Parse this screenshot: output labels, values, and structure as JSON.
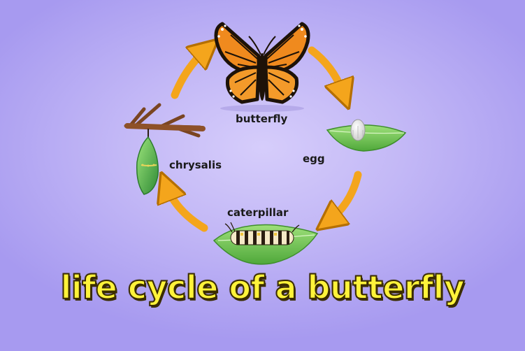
{
  "diagram": {
    "title": "life cycle of a butterfly",
    "stages": {
      "butterfly": "butterfly",
      "egg": "egg",
      "caterpillar": "caterpillar",
      "chrysalis": "chrysalis"
    }
  },
  "colors": {
    "background": "#c3b8f6",
    "arrow": "#f4a51c",
    "leaf": "#6fc24a",
    "title_fill": "#fff33a",
    "wing": "#f08a1e"
  },
  "icons": [
    "butterfly-icon",
    "egg-on-leaf-icon",
    "caterpillar-on-leaf-icon",
    "chrysalis-on-twig-icon",
    "cycle-arrow-icon"
  ]
}
